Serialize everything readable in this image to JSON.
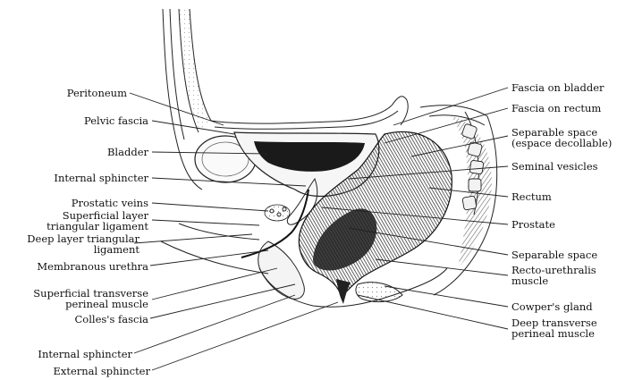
{
  "labels_left": [
    "Peritoneum",
    "Pelvic fascia",
    "Bladder",
    "Internal sphincter",
    "Prostatic veins",
    "Superficial layer",
    "triangular ligament",
    "Deep layer triangular",
    "ligament",
    "Membranous urethra",
    "Superficial transverse",
    "perineal muscle",
    "Colles's fascia",
    "Internal sphincter",
    "External sphincter"
  ],
  "labels_right": [
    "Fascia on bladder",
    "Fascia on rectum",
    "Separable space",
    "(espace decollable)",
    "Seminal vesicles",
    "Rectum",
    "Prostate",
    "Separable space",
    "Recto-urethralis",
    "muscle",
    "Cowper's gland",
    "Deep transverse",
    "perineal muscle"
  ],
  "colors": {
    "ink": "#111111",
    "dark_fill": "#1a1a1a",
    "hatch": "#555555",
    "background": "#ffffff"
  }
}
